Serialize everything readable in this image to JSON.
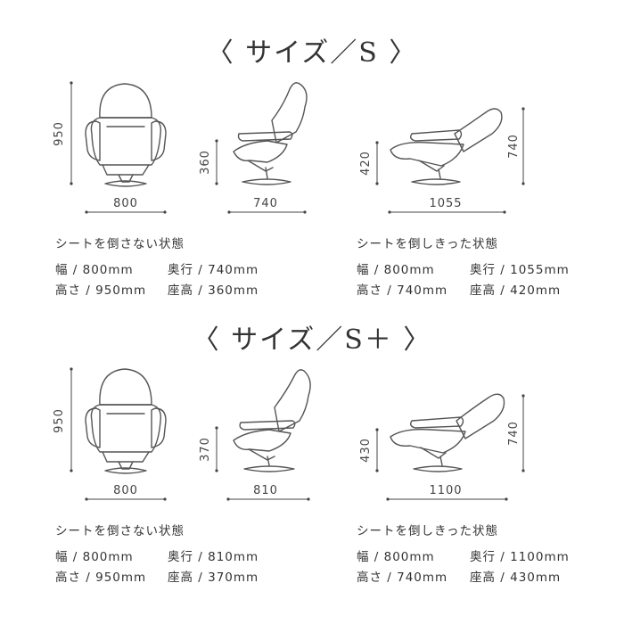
{
  "sections": [
    {
      "title": "〈 サイズ／S 〉",
      "front": {
        "width_label": "800",
        "height_label": "950"
      },
      "side_upright": {
        "depth_label": "740",
        "seat_label": "360"
      },
      "side_reclined": {
        "depth_label": "1055",
        "height_label": "740",
        "seat_label": "420"
      },
      "upright": {
        "heading": "シートを倒さない状態",
        "row1_left": "幅 / 800mm",
        "row1_right": "奥行 / 740mm",
        "row2_left": "高さ / 950mm",
        "row2_right": "座高 / 360mm"
      },
      "reclined": {
        "heading": "シートを倒しきった状態",
        "row1_left": "幅 / 800mm",
        "row1_right": "奥行 / 1055mm",
        "row2_left": "高さ / 740mm",
        "row2_right": "座高 / 420mm"
      }
    },
    {
      "title": "〈 サイズ／S＋ 〉",
      "front": {
        "width_label": "800",
        "height_label": "950"
      },
      "side_upright": {
        "depth_label": "810",
        "seat_label": "370"
      },
      "side_reclined": {
        "depth_label": "1100",
        "height_label": "740",
        "seat_label": "430"
      },
      "upright": {
        "heading": "シートを倒さない状態",
        "row1_left": "幅 / 800mm",
        "row1_right": "奥行 / 810mm",
        "row2_left": "高さ / 950mm",
        "row2_right": "座高 / 370mm"
      },
      "reclined": {
        "heading": "シートを倒しきった状態",
        "row1_left": "幅 / 800mm",
        "row1_right": "奥行 / 1100mm",
        "row2_left": "高さ / 740mm",
        "row2_right": "座高 / 430mm"
      }
    }
  ]
}
